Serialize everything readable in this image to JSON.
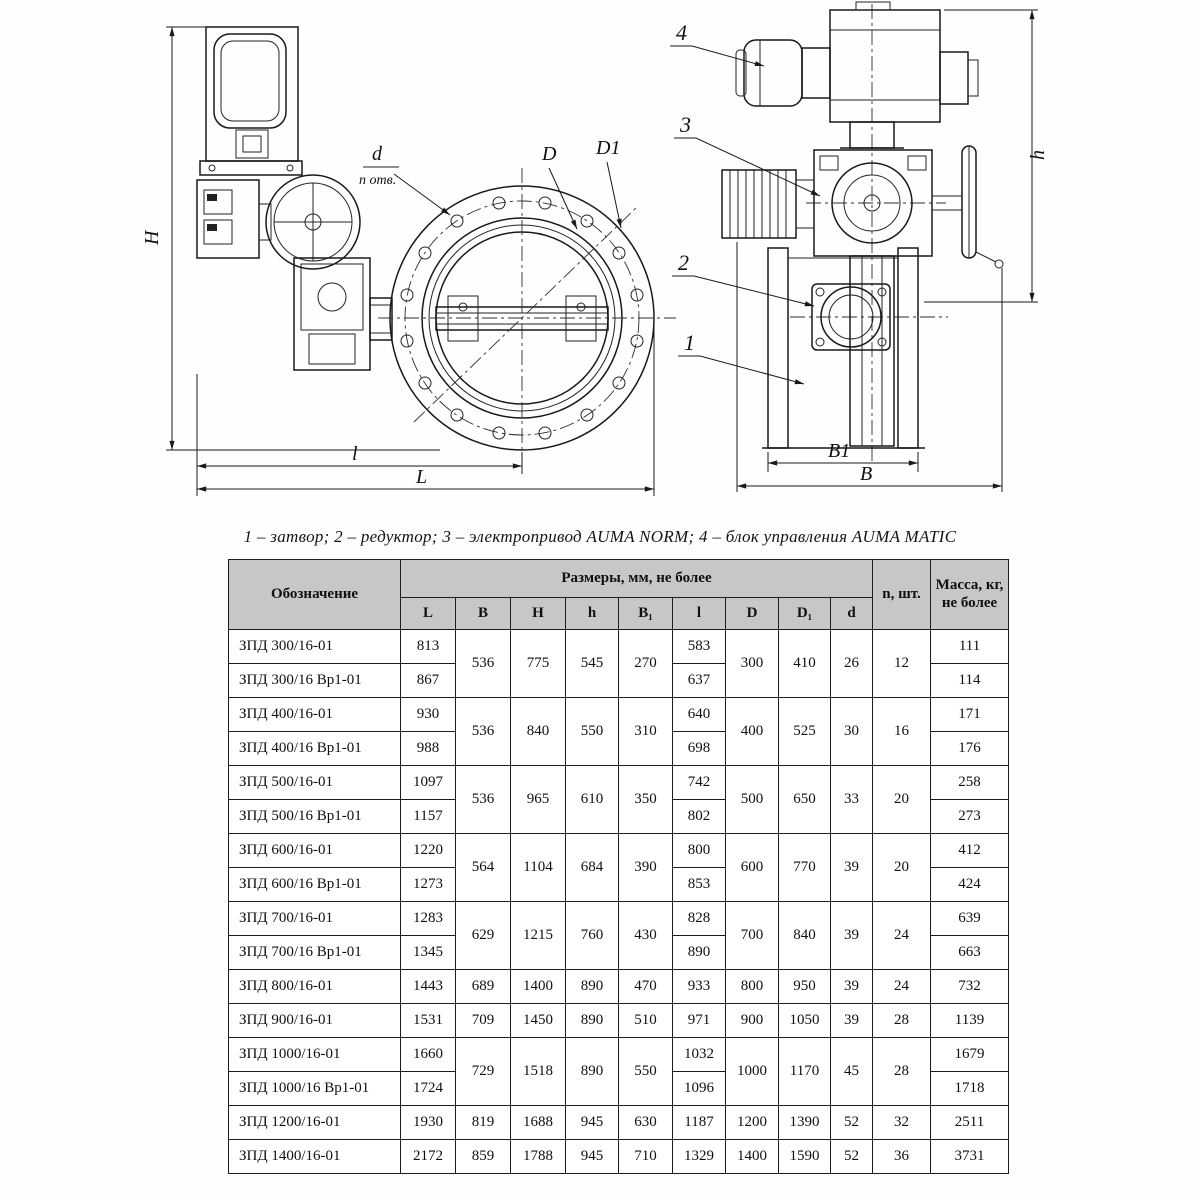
{
  "caption": "1 – затвор; 2 – редуктор; 3 – электропривод AUMA NORM; 4 – блок управления AUMA MATIC",
  "drawing": {
    "labels": {
      "H": "H",
      "d": "d",
      "n_otv": "п отв.",
      "D": "D",
      "D1": "D1",
      "l": "l",
      "L": "L",
      "c1": "1",
      "c2": "2",
      "c3": "3",
      "c4": "4",
      "h": "h",
      "B1": "B1",
      "B": "B"
    }
  },
  "table": {
    "header": {
      "designation": "Обозначение",
      "group": "Размеры, мм, не более",
      "dims": [
        "L",
        "B",
        "H",
        "h",
        "B₁",
        "l",
        "D",
        "D₁",
        "d"
      ],
      "n": "n, шт.",
      "mass": "Масса, кг, не более"
    },
    "rows": [
      {
        "cells": [
          {
            "t": "ЗПД 300/16-01"
          },
          {
            "t": "813"
          },
          {
            "t": "536",
            "rs": 2
          },
          {
            "t": "775",
            "rs": 2
          },
          {
            "t": "545",
            "rs": 2
          },
          {
            "t": "270",
            "rs": 2
          },
          {
            "t": "583"
          },
          {
            "t": "300",
            "rs": 2
          },
          {
            "t": "410",
            "rs": 2
          },
          {
            "t": "26",
            "rs": 2
          },
          {
            "t": "12",
            "rs": 2
          },
          {
            "t": "111"
          }
        ]
      },
      {
        "cells": [
          {
            "t": "ЗПД 300/16 Вр1-01"
          },
          {
            "t": "867"
          },
          {
            "t": "637"
          },
          {
            "t": "114"
          }
        ]
      },
      {
        "cells": [
          {
            "t": "ЗПД 400/16-01"
          },
          {
            "t": "930"
          },
          {
            "t": "536",
            "rs": 2
          },
          {
            "t": "840",
            "rs": 2
          },
          {
            "t": "550",
            "rs": 2
          },
          {
            "t": "310",
            "rs": 2
          },
          {
            "t": "640"
          },
          {
            "t": "400",
            "rs": 2
          },
          {
            "t": "525",
            "rs": 2
          },
          {
            "t": "30",
            "rs": 2
          },
          {
            "t": "16",
            "rs": 2
          },
          {
            "t": "171"
          }
        ]
      },
      {
        "cells": [
          {
            "t": "ЗПД 400/16 Вр1-01"
          },
          {
            "t": "988"
          },
          {
            "t": "698"
          },
          {
            "t": "176"
          }
        ]
      },
      {
        "cells": [
          {
            "t": "ЗПД 500/16-01"
          },
          {
            "t": "1097"
          },
          {
            "t": "536",
            "rs": 2
          },
          {
            "t": "965",
            "rs": 2
          },
          {
            "t": "610",
            "rs": 2
          },
          {
            "t": "350",
            "rs": 2
          },
          {
            "t": "742"
          },
          {
            "t": "500",
            "rs": 2
          },
          {
            "t": "650",
            "rs": 2
          },
          {
            "t": "33",
            "rs": 2
          },
          {
            "t": "20",
            "rs": 2
          },
          {
            "t": "258"
          }
        ]
      },
      {
        "cells": [
          {
            "t": "ЗПД 500/16 Вр1-01"
          },
          {
            "t": "1157"
          },
          {
            "t": "802"
          },
          {
            "t": "273"
          }
        ]
      },
      {
        "cells": [
          {
            "t": "ЗПД 600/16-01"
          },
          {
            "t": "1220"
          },
          {
            "t": "564",
            "rs": 2
          },
          {
            "t": "1104",
            "rs": 2
          },
          {
            "t": "684",
            "rs": 2
          },
          {
            "t": "390",
            "rs": 2
          },
          {
            "t": "800"
          },
          {
            "t": "600",
            "rs": 2
          },
          {
            "t": "770",
            "rs": 2
          },
          {
            "t": "39",
            "rs": 2
          },
          {
            "t": "20",
            "rs": 2
          },
          {
            "t": "412"
          }
        ]
      },
      {
        "cells": [
          {
            "t": "ЗПД 600/16 Вр1-01"
          },
          {
            "t": "1273"
          },
          {
            "t": "853"
          },
          {
            "t": "424"
          }
        ]
      },
      {
        "cells": [
          {
            "t": "ЗПД 700/16-01"
          },
          {
            "t": "1283"
          },
          {
            "t": "629",
            "rs": 2
          },
          {
            "t": "1215",
            "rs": 2
          },
          {
            "t": "760",
            "rs": 2
          },
          {
            "t": "430",
            "rs": 2
          },
          {
            "t": "828"
          },
          {
            "t": "700",
            "rs": 2
          },
          {
            "t": "840",
            "rs": 2
          },
          {
            "t": "39",
            "rs": 2
          },
          {
            "t": "24",
            "rs": 2
          },
          {
            "t": "639"
          }
        ]
      },
      {
        "cells": [
          {
            "t": "ЗПД 700/16 Вр1-01"
          },
          {
            "t": "1345"
          },
          {
            "t": "890"
          },
          {
            "t": "663"
          }
        ]
      },
      {
        "cells": [
          {
            "t": "ЗПД 800/16-01"
          },
          {
            "t": "1443"
          },
          {
            "t": "689"
          },
          {
            "t": "1400"
          },
          {
            "t": "890"
          },
          {
            "t": "470"
          },
          {
            "t": "933"
          },
          {
            "t": "800"
          },
          {
            "t": "950"
          },
          {
            "t": "39"
          },
          {
            "t": "24"
          },
          {
            "t": "732"
          }
        ]
      },
      {
        "cells": [
          {
            "t": "ЗПД 900/16-01"
          },
          {
            "t": "1531"
          },
          {
            "t": "709"
          },
          {
            "t": "1450"
          },
          {
            "t": "890"
          },
          {
            "t": "510"
          },
          {
            "t": "971"
          },
          {
            "t": "900"
          },
          {
            "t": "1050"
          },
          {
            "t": "39"
          },
          {
            "t": "28"
          },
          {
            "t": "1139"
          }
        ]
      },
      {
        "cells": [
          {
            "t": "ЗПД 1000/16-01"
          },
          {
            "t": "1660"
          },
          {
            "t": "729",
            "rs": 2
          },
          {
            "t": "1518",
            "rs": 2
          },
          {
            "t": "890",
            "rs": 2
          },
          {
            "t": "550",
            "rs": 2
          },
          {
            "t": "1032"
          },
          {
            "t": "1000",
            "rs": 2
          },
          {
            "t": "1170",
            "rs": 2
          },
          {
            "t": "45",
            "rs": 2
          },
          {
            "t": "28",
            "rs": 2
          },
          {
            "t": "1679"
          }
        ]
      },
      {
        "cells": [
          {
            "t": "ЗПД 1000/16 Вр1-01"
          },
          {
            "t": "1724"
          },
          {
            "t": "1096"
          },
          {
            "t": "1718"
          }
        ]
      },
      {
        "cells": [
          {
            "t": "ЗПД 1200/16-01"
          },
          {
            "t": "1930"
          },
          {
            "t": "819"
          },
          {
            "t": "1688"
          },
          {
            "t": "945"
          },
          {
            "t": "630"
          },
          {
            "t": "1187"
          },
          {
            "t": "1200"
          },
          {
            "t": "1390"
          },
          {
            "t": "52"
          },
          {
            "t": "32"
          },
          {
            "t": "2511"
          }
        ]
      },
      {
        "cells": [
          {
            "t": "ЗПД 1400/16-01"
          },
          {
            "t": "2172"
          },
          {
            "t": "859"
          },
          {
            "t": "1788"
          },
          {
            "t": "945"
          },
          {
            "t": "710"
          },
          {
            "t": "1329"
          },
          {
            "t": "1400"
          },
          {
            "t": "1590"
          },
          {
            "t": "52"
          },
          {
            "t": "36"
          },
          {
            "t": "3731"
          }
        ]
      }
    ]
  }
}
